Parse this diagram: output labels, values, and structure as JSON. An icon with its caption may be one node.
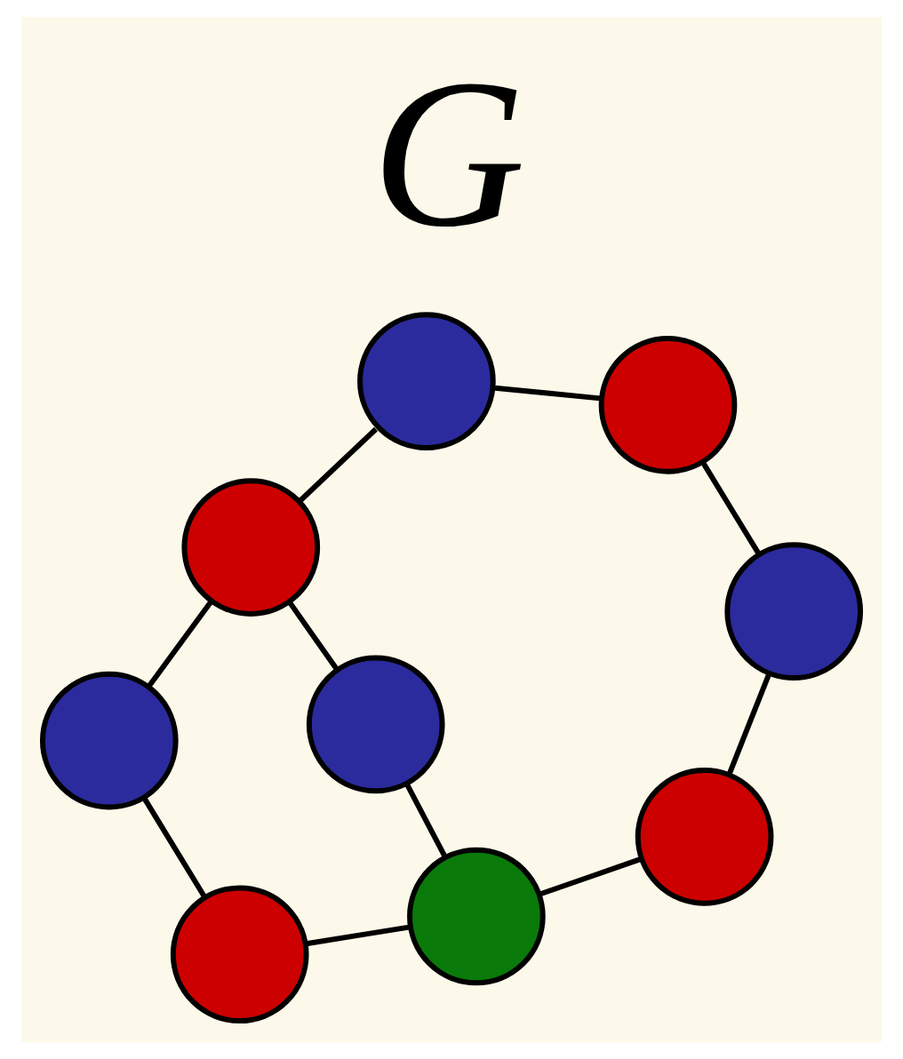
{
  "diagram": {
    "title": "G",
    "nodes": [
      {
        "text": [],
        "shape": "circle"
      },
      {
        "text": [],
        "shape": "circle"
      },
      {
        "text": [],
        "shape": "circle"
      },
      {
        "text": [],
        "shape": "circle"
      },
      {
        "text": [],
        "shape": "circle"
      },
      {
        "text": [],
        "shape": "circle"
      },
      {
        "text": [],
        "shape": "circle"
      },
      {
        "text": [],
        "shape": "circle"
      },
      {
        "text": [],
        "shape": "circle"
      }
    ],
    "edges": [
      {
        "from": 1,
        "to": 2,
        "arrow": "none"
      },
      {
        "from": 2,
        "to": 0,
        "arrow": "none"
      },
      {
        "from": 0,
        "to": 3,
        "arrow": "none"
      },
      {
        "from": 3,
        "to": 7,
        "arrow": "none"
      },
      {
        "from": 7,
        "to": 8,
        "arrow": "none"
      },
      {
        "from": 8,
        "to": 6,
        "arrow": "none"
      },
      {
        "from": 6,
        "to": 4,
        "arrow": "none"
      },
      {
        "from": 4,
        "to": 1,
        "arrow": "none"
      },
      {
        "from": 2,
        "to": 5,
        "arrow": "none"
      },
      {
        "from": 5,
        "to": 6,
        "arrow": "none"
      }
    ]
  }
}
